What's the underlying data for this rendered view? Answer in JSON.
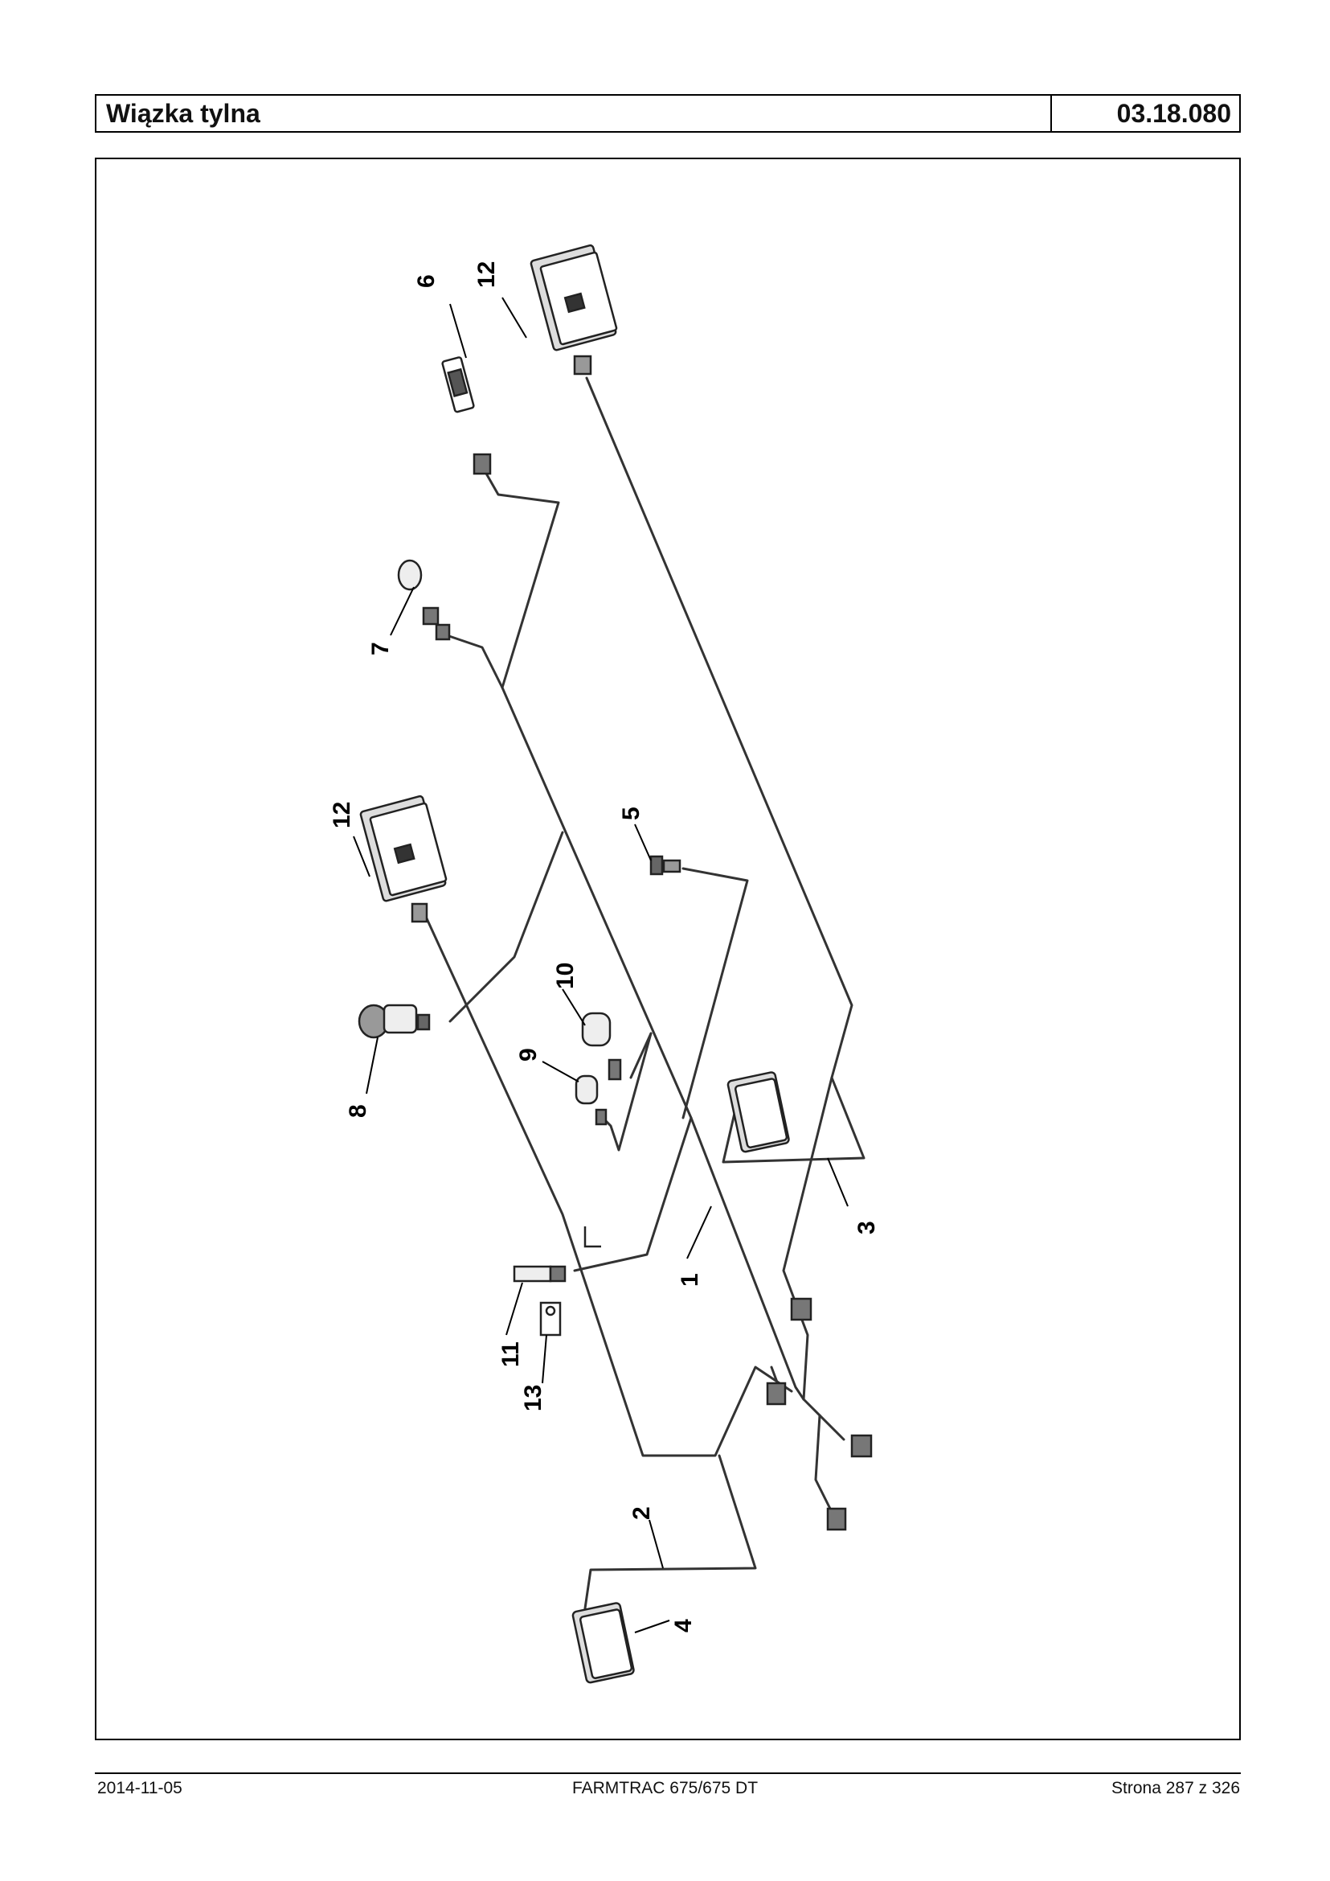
{
  "header": {
    "title": "Wiązka tylna",
    "code": "03.18.080"
  },
  "footer": {
    "date": "2014-11-05",
    "model": "FARMTRAC 675/675 DT",
    "page": "Strona 287 z 326"
  },
  "callouts": {
    "c1": "1",
    "c2": "2",
    "c3": "3",
    "c4": "4",
    "c5": "5",
    "c6": "6",
    "c7": "7",
    "c8": "8",
    "c9": "9",
    "c10": "10",
    "c11": "11",
    "c12a": "12",
    "c12b": "12",
    "c13": "13"
  }
}
